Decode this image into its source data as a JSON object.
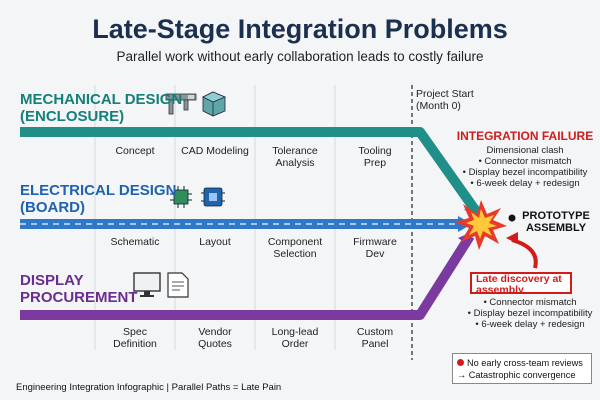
{
  "title": "Late-Stage Integration Problems",
  "subtitle": "Parallel work without early collaboration leads to costly failure",
  "project_start": [
    "Project Start",
    "(Month 0)"
  ],
  "lanes": {
    "mechanical": {
      "title": [
        "MECHANICAL DESIGN",
        "(ENCLOSURE)"
      ],
      "stages": [
        [
          "Concept"
        ],
        [
          "CAD Modeling"
        ],
        [
          "Tolerance",
          "Analysis"
        ],
        [
          "Tooling",
          "Prep"
        ]
      ],
      "color": "#1f8f87",
      "icons": [
        "caliper-icon",
        "cube-icon"
      ]
    },
    "electrical": {
      "title": [
        "ELECTRICAL DESIGN",
        "(BOARD)"
      ],
      "stages": [
        [
          "Schematic"
        ],
        [
          "Layout"
        ],
        [
          "Component",
          "Selection"
        ],
        [
          "Firmware",
          "Dev"
        ]
      ],
      "color": "#2f78c8",
      "icons": [
        "circuit-board-icon",
        "chip-icon"
      ]
    },
    "display": {
      "title": [
        "DISPLAY",
        "PROCUREMENT"
      ],
      "stages": [
        [
          "Spec",
          "Definition"
        ],
        [
          "Vendor",
          "Quotes"
        ],
        [
          "Long-lead",
          "Order"
        ],
        [
          "Custom",
          "Panel"
        ]
      ],
      "color": "#7a3aa0",
      "icons": [
        "monitor-icon",
        "document-icon"
      ]
    }
  },
  "integration_failure": {
    "title": "INTEGRATION FAILURE",
    "items": [
      "Dimensional clash",
      "• Connector mismatch",
      "• Display bezel incompatibility",
      "• 6-week delay + redesign"
    ]
  },
  "prototype": [
    "PROTOTYPE",
    "ASSEMBLY"
  ],
  "late_discovery": {
    "label": "Late discovery at assembly",
    "items": [
      "• Connector mismatch",
      "• Display bezel incompatibility",
      "• 6-week delay + redesign"
    ]
  },
  "legend": {
    "items": [
      "No early cross-team reviews",
      "→ Catastrophic convergence"
    ]
  },
  "footer": "Engineering Integration Infographic | Parallel Paths = Late Pain",
  "colors": {
    "title": "#1b2f4e",
    "alert": "#d21c1c"
  }
}
